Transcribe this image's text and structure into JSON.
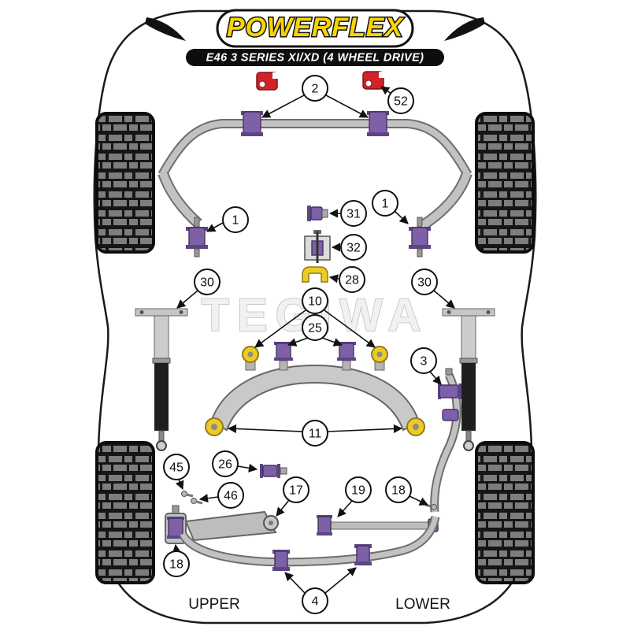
{
  "brand": {
    "logo_text": "POWERFLEX"
  },
  "header": {
    "title": "E46 3 SERIES XI/XD (4 WHEEL DRIVE)"
  },
  "watermark_text": "TEGIWA",
  "footer": {
    "upper": "UPPER",
    "lower": "LOWER"
  },
  "callouts": {
    "front_arb_bushing": "2",
    "front_arb_clamp": "52",
    "front_lower_arm_bush_left": "1",
    "front_lower_arm_bush_right": "1",
    "bush_31": "31",
    "mount_32": "32",
    "bracket_28": "28",
    "shock_top_left": "30",
    "shock_top_right": "30",
    "subframe_front_mount": "10",
    "diff_mount": "25",
    "bracket_arm_3": "3",
    "subframe_rear_mount": "11",
    "bolt_45": "45",
    "bush_26": "26",
    "bolt_46": "46",
    "trailing_arm_17": "17",
    "toe_link_19": "19",
    "link_bolt_18_right": "18",
    "hub_bush_18_left": "18",
    "rear_arb_bushing": "4"
  },
  "colors": {
    "bushing_purple": "#7d60a8",
    "bushing_yellow": "#eccb23",
    "clamp_red": "#d2232a",
    "metal_gray": "#c2c2c2",
    "logo_yellow": "#f6d500",
    "outline_black": "#111111"
  }
}
